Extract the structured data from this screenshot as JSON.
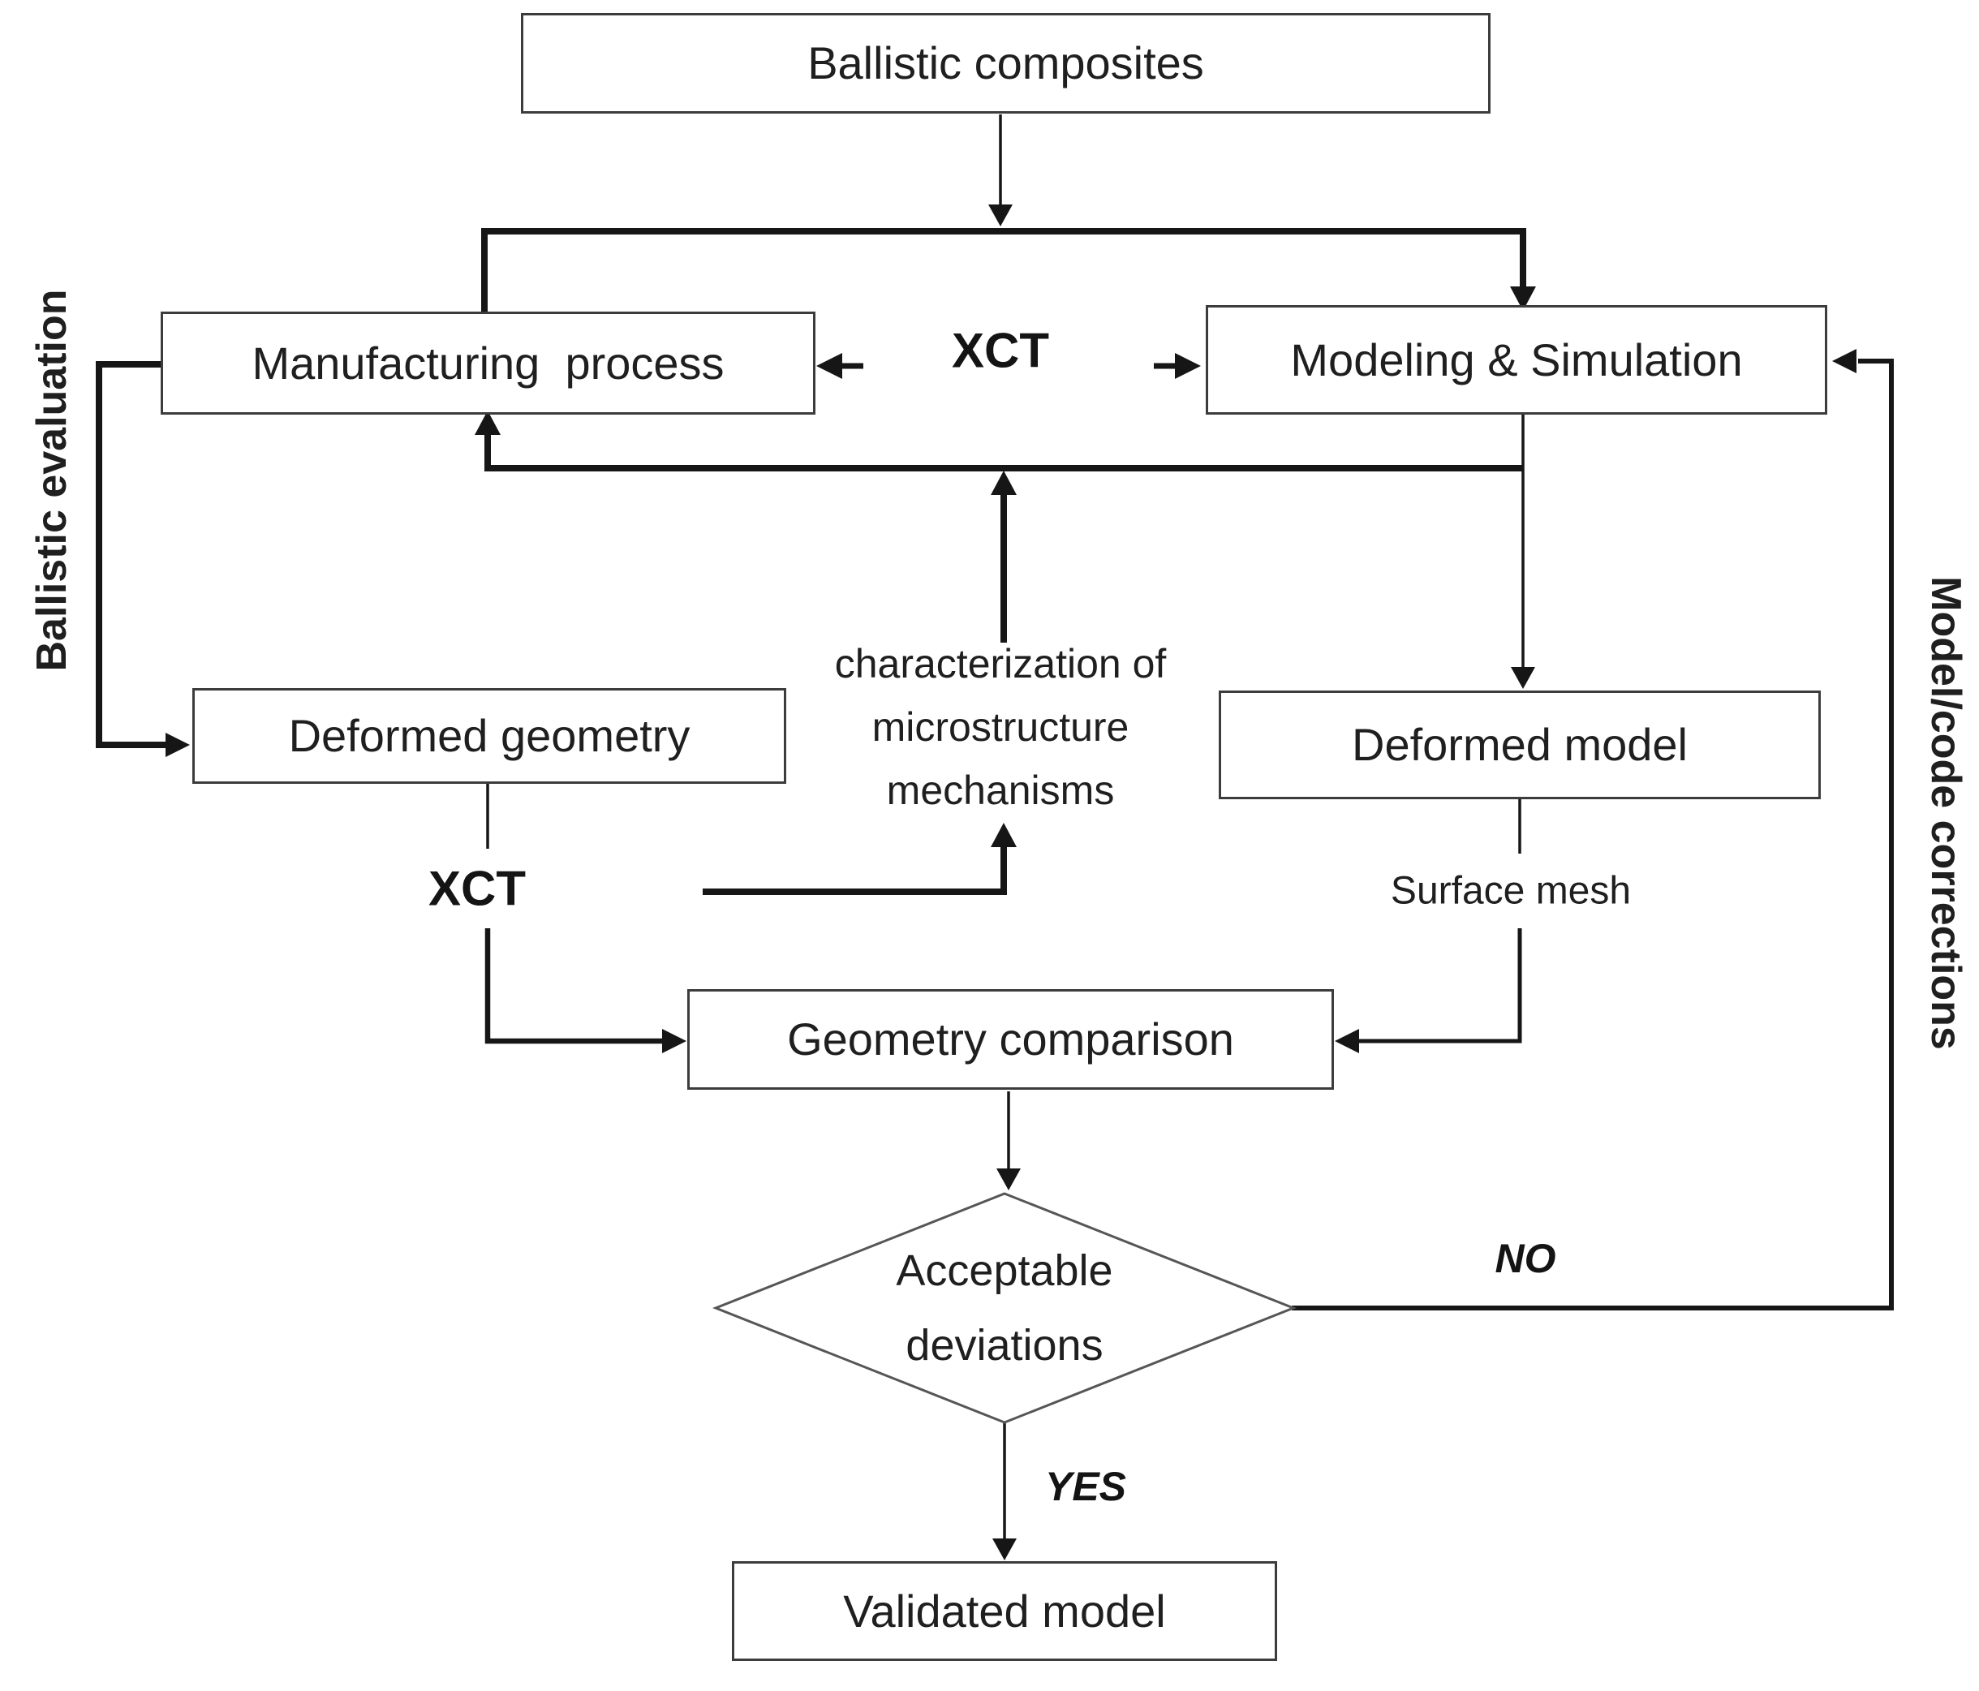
{
  "diagram": {
    "nodes": {
      "ballistic_composites": "Ballistic composites",
      "manufacturing_process": "Manufacturing  process",
      "xct_top": "XCT",
      "modeling_simulation": "Modeling & Simulation",
      "deformed_geometry": "Deformed geometry",
      "characterization_lines": [
        "characterization of",
        "microstructure",
        "mechanisms"
      ],
      "deformed_model": "Deformed model",
      "xct_lower": "XCT",
      "surface_mesh": "Surface mesh",
      "geometry_comparison": "Geometry comparison",
      "acceptable_deviations_lines": [
        "Acceptable",
        "deviations"
      ],
      "validated_model": "Validated model"
    },
    "edge_labels": {
      "no": "NO",
      "yes": "YES"
    },
    "side_labels": {
      "left": "Ballistic evaluation",
      "right": "Model/code corrections"
    },
    "colors": {
      "background": "#ffffff",
      "line": "#161616",
      "box_border": "#3c3c3c",
      "diamond_border": "#565656",
      "text": "#1f1f1f"
    }
  }
}
